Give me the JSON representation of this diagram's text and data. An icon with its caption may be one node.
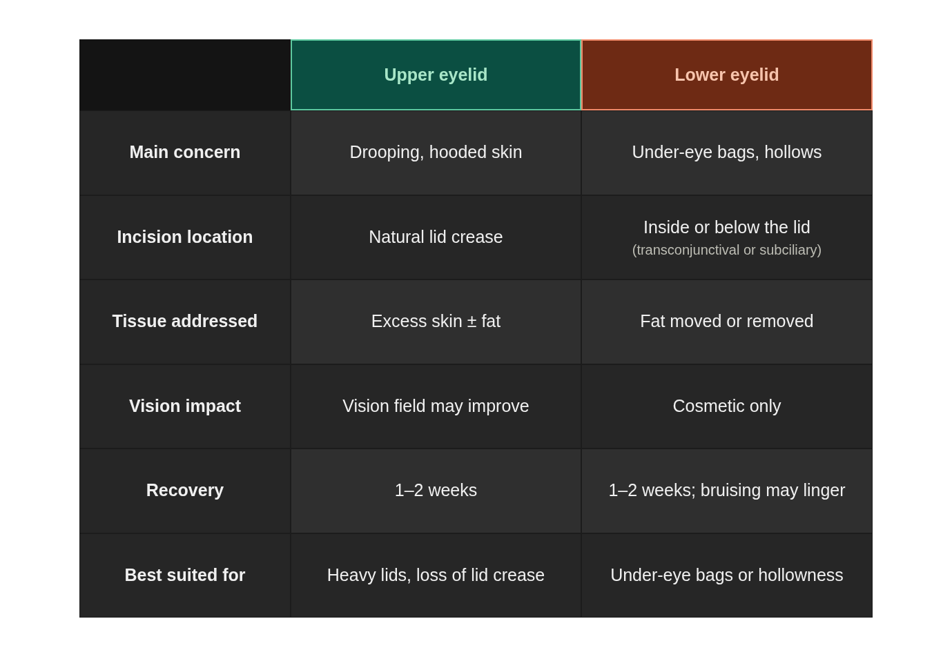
{
  "diagram": {
    "labels": [
      "Upper eyelid",
      "Lower eyelid",
      "Main concern",
      "Drooping, hooded skin",
      "Under-eye bags, hollows",
      "Incision location",
      "Natural lid crease",
      "Inside or below the lid",
      "(transconjunctival or subciliary)",
      "Tissue addressed",
      "Excess skin ± fat",
      "Fat moved or removed",
      "Vision impact",
      "Vision field may improve",
      "Cosmetic only",
      "Recovery",
      "1–2 weeks",
      "1–2 weeks; bruising may linger",
      "Best suited for",
      "Heavy lids, loss of lid crease",
      "Under-eye bags or hollowness"
    ]
  }
}
